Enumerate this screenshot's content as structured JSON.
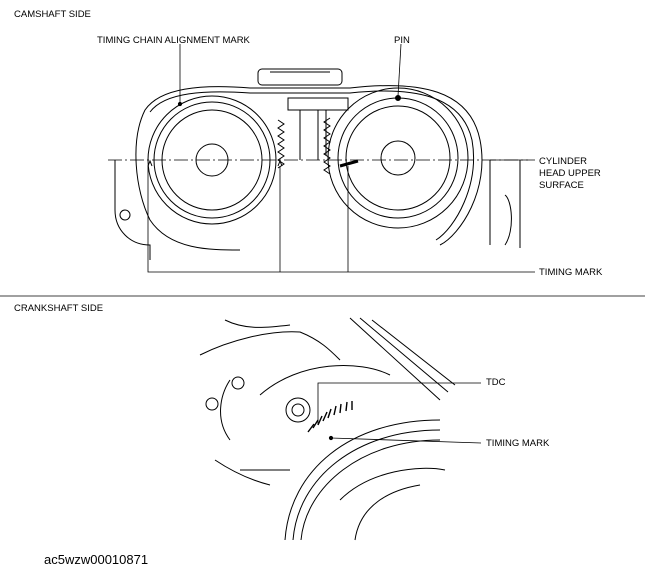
{
  "camshaft": {
    "section_title": "CAMSHAFT SIDE",
    "labels": {
      "timing_chain_alignment_mark": "TIMING CHAIN ALIGNMENT MARK",
      "pin": "PIN",
      "cylinder_head_upper_surface_1": "CYLINDER",
      "cylinder_head_upper_surface_2": "HEAD UPPER",
      "cylinder_head_upper_surface_3": "SURFACE",
      "timing_mark": "TIMING MARK"
    }
  },
  "crankshaft": {
    "section_title": "CRANKSHAFT SIDE",
    "labels": {
      "tdc": "TDC",
      "timing_mark": "TIMING MARK"
    }
  },
  "figure_code": "ac5wzw00010871"
}
